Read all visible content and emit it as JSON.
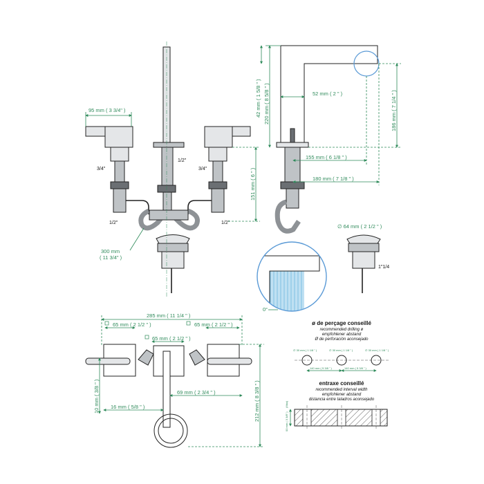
{
  "front_view": {
    "dim_handle_width": "95 mm ( 3 3/4\" )",
    "label_spout_thread": "1/2\"",
    "label_left_valve_thread": "3/4\"",
    "label_right_valve_thread": "3/4\"",
    "label_left_outlet": "1/2\"",
    "label_right_outlet": "1/2\"",
    "dim_hose_length_1": "300 mm",
    "dim_hose_length_2": "( 11 3/4\" )",
    "dim_body_height": "151 mm ( 6 \" )"
  },
  "side_view": {
    "dim_spout_top": "42 mm ( 1 5/8 \" )",
    "dim_spout_total": "220 mm ( 8 5/8 \" )",
    "dim_spout_height": "186 mm ( 7 1/4 \" )",
    "dim_spout_width": "52 mm ( 2 \" )",
    "dim_reach_1": "155 mm ( 6 1/8 \" )",
    "dim_reach_2": "180 mm ( 7 1/8 \" )"
  },
  "drain_view": {
    "dim_drain_diameter": "∅ 64 mm ( 2 1/2 \" )",
    "label_drain_thread": "1\"1/4"
  },
  "detail_view": {
    "angle_label": "0°"
  },
  "top_view": {
    "dim_total_width": "285 mm ( 11 1/4 \" )",
    "dim_left_flange": "65 mm ( 2 1/2 \" )",
    "dim_right_flange": "65 mm ( 2 1/2 \" )",
    "dim_center_flange": "65 mm ( 2 1/2 \" )",
    "dim_handle_depth": "10 mm ( 3/8 \" )",
    "dim_spout_offset": "16 mm ( 5/8 \" )",
    "dim_spout_projection": "69 mm ( 2 3/4 \" )",
    "dim_total_depth": "212 mm ( 8 3/8 \" )"
  },
  "drilling_note": {
    "title": "ø de perçage conseillé",
    "en": "recommended drilling ø",
    "de": "empfohlener abstand",
    "es": "Ø de perforación aconsejado",
    "hole_label_1": "∅ 30 mm ( 1 1/8 \" )",
    "hole_label_2": "∅ 30 mm ( 1 1/8 \" )",
    "hole_label_3": "∅ 30 mm ( 1 1/8 \" )",
    "spacing_1": "140 mm ( 5 3/8 \" )",
    "spacing_2": "140 mm ( 5 3/8 \" )"
  },
  "spacing_note": {
    "title": "entraxe conseillé",
    "en": "recommended interval width",
    "de": "empfohlener abstand",
    "es": "distancia entre taladros aconsejado",
    "dim_thickness": "00 mm ( 3 3/8\" )",
    "thickness_max": "(Max)"
  }
}
